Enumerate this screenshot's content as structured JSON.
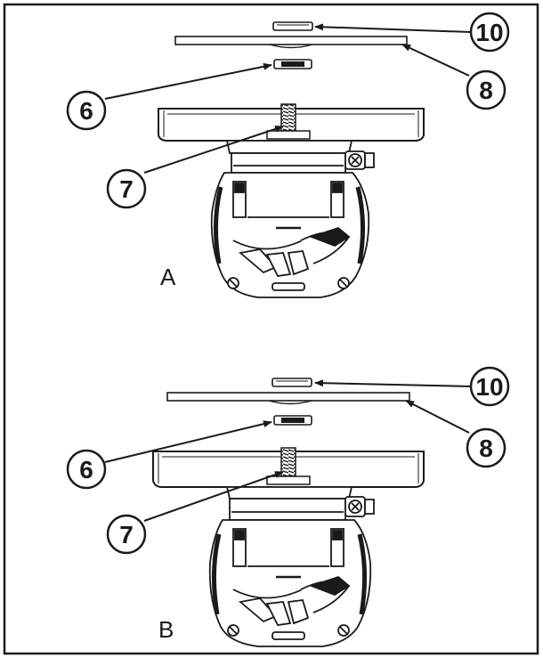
{
  "panels": [
    {
      "id": "A",
      "label": "A",
      "callouts": [
        {
          "number": "10",
          "part": "washer-top"
        },
        {
          "number": "8",
          "part": "mounting-plate"
        },
        {
          "number": "6",
          "part": "washer-bottom"
        },
        {
          "number": "7",
          "part": "threaded-stud"
        }
      ]
    },
    {
      "id": "B",
      "label": "B",
      "callouts": [
        {
          "number": "10",
          "part": "washer-top"
        },
        {
          "number": "8",
          "part": "mounting-plate"
        },
        {
          "number": "6",
          "part": "washer-bottom"
        },
        {
          "number": "7",
          "part": "threaded-stud"
        }
      ]
    }
  ],
  "colors": {
    "ink": "#1a1a1a",
    "background": "#ffffff"
  }
}
